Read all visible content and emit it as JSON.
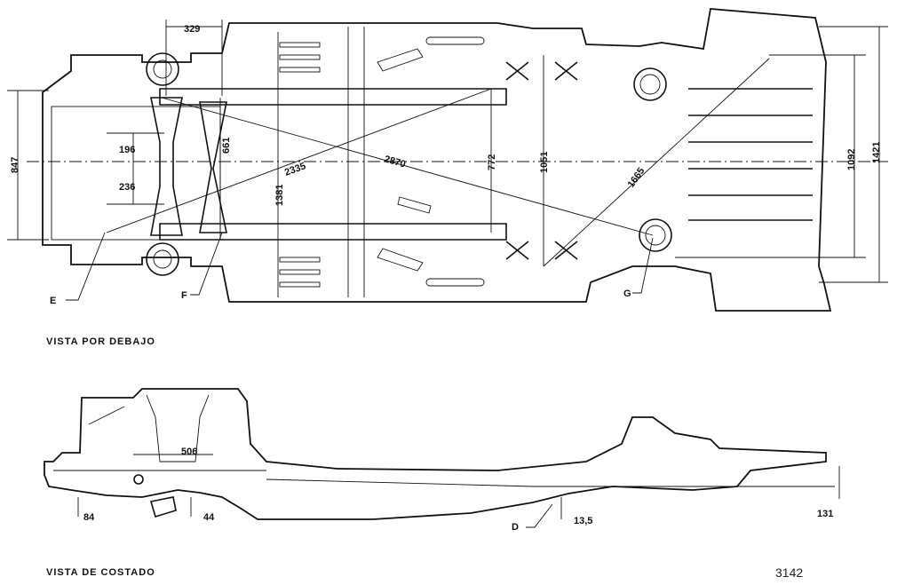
{
  "captions": {
    "bottom_view": "VISTA POR DEBAJO",
    "side_view": "VISTA DE COSTADO",
    "figure_number": "3142"
  },
  "bottom_view": {
    "dimensions": {
      "d329": "329",
      "d847": "847",
      "d196": "196",
      "d236": "236",
      "d661": "661",
      "d1381": "1381",
      "d2335": "2335",
      "d2870": "2870",
      "d772": "772",
      "d1051": "1051",
      "d1665": "1665",
      "d1092": "1092",
      "d1421": "1421"
    },
    "points": {
      "E": "E",
      "F": "F",
      "G": "G"
    }
  },
  "side_view": {
    "dimensions": {
      "d506": "506",
      "d84": "84",
      "d44": "44",
      "d13_5": "13,5",
      "d131": "131"
    },
    "points": {
      "D": "D"
    }
  }
}
